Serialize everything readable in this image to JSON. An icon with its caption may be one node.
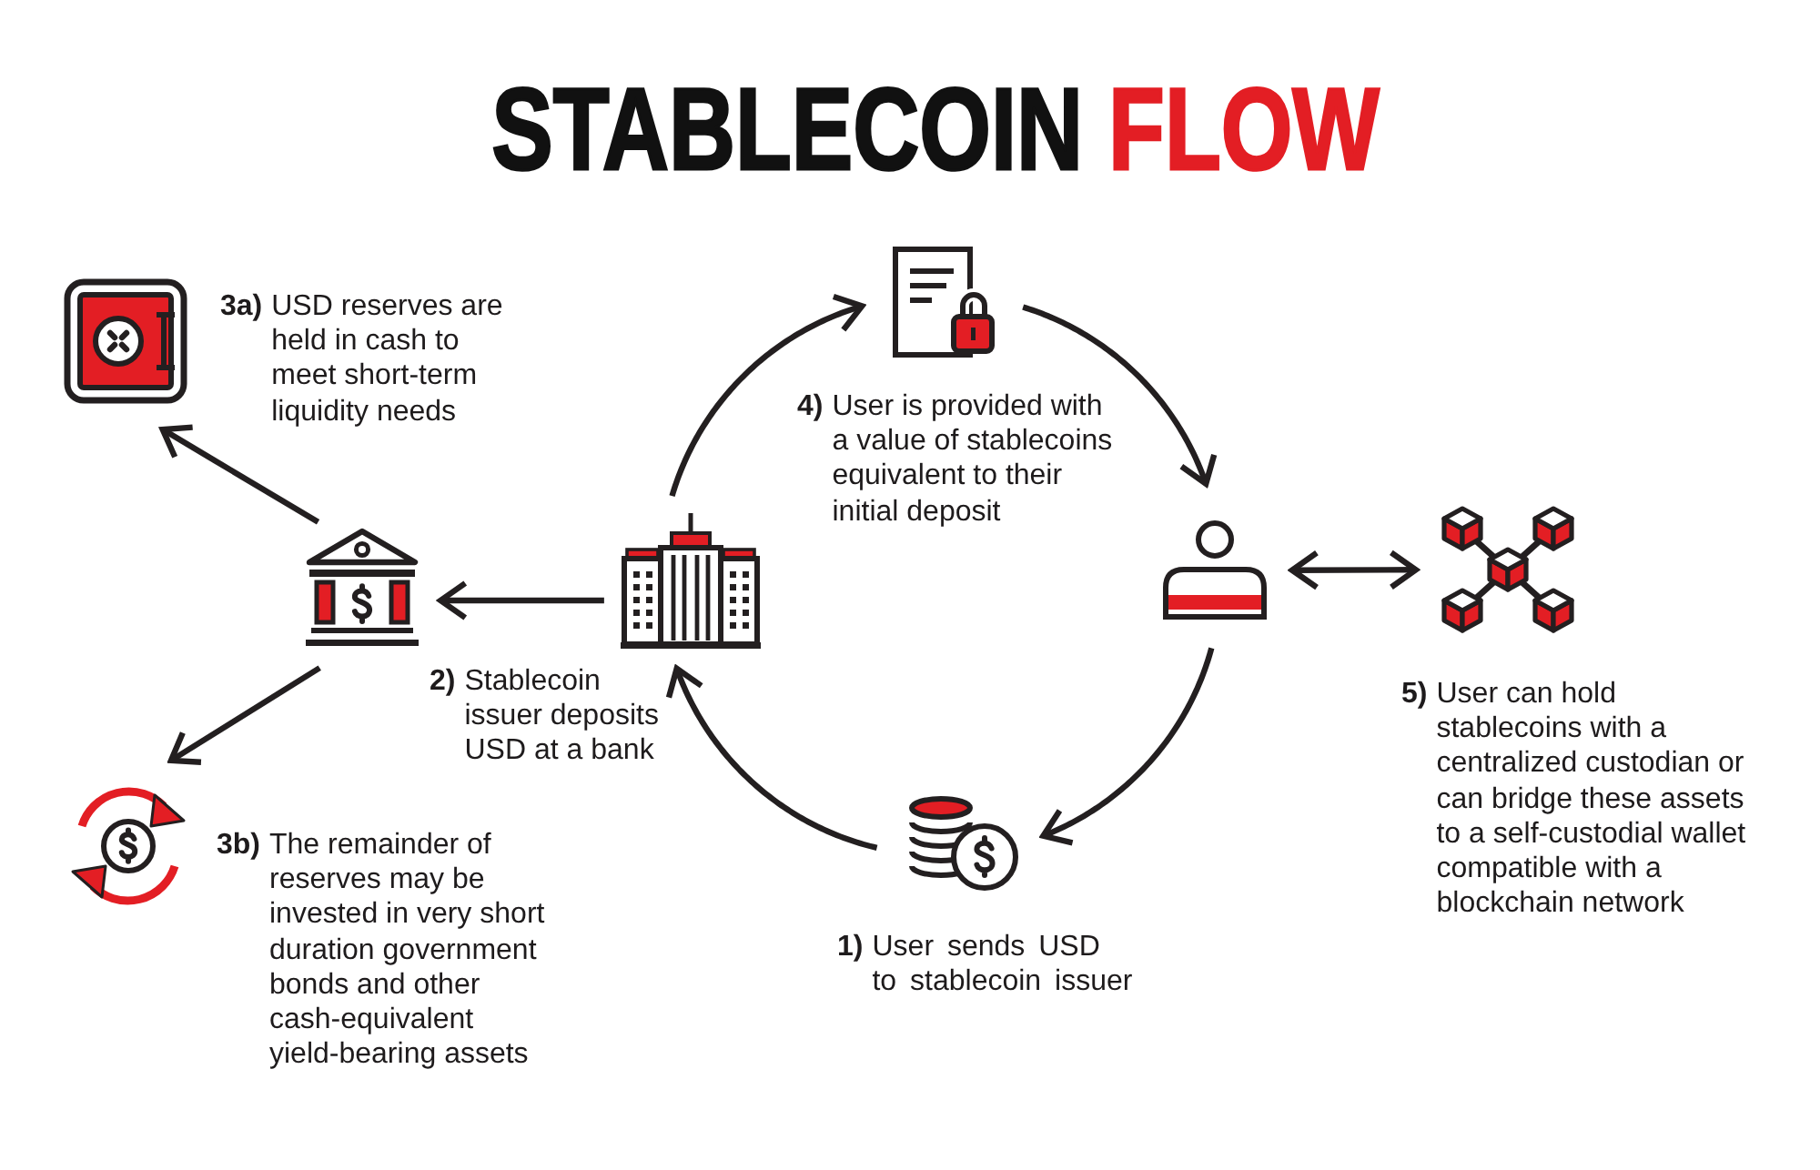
{
  "diagram": {
    "title": "STABLECOIN FLOW",
    "nodes": [
      {
        "text": [],
        "shape": "picture",
        "beside": [
          "3a)",
          "USD reserves are held in cash to meet short-term liquidity needs"
        ]
      },
      {
        "text": [],
        "shape": "picture",
        "beside": [
          "4)",
          "User is provided with a value of stablecoins equivalent to their initial deposit"
        ]
      },
      {
        "text": [],
        "shape": "picture"
      },
      {
        "text": [],
        "shape": "picture",
        "beside": [
          "2)",
          "Stablecoin issuer deposits USD at a bank"
        ]
      },
      {
        "text": [],
        "shape": "picture"
      },
      {
        "text": [],
        "shape": "picture",
        "beside": [
          "5)",
          "User can hold stablecoins with a centralized custodian or can bridge these assets to a self-custodial wallet compatible with a blockchain network"
        ]
      },
      {
        "text": [],
        "shape": "picture",
        "beside": [
          "3b)",
          "The remainder of reserves may be invested in very short duration government bonds and other cash-equivalent yield-bearing assets"
        ]
      },
      {
        "text": [],
        "shape": "picture",
        "beside": [
          "1)",
          "User sends USD to stablecoin issuer"
        ]
      }
    ],
    "edges": [
      {
        "from": 4,
        "to": 7,
        "arrow": "to"
      },
      {
        "from": 7,
        "to": 3,
        "arrow": "to"
      },
      {
        "from": 3,
        "to": 2,
        "arrow": "to"
      },
      {
        "from": 2,
        "to": 0,
        "arrow": "to"
      },
      {
        "from": 2,
        "to": 6,
        "arrow": "to"
      },
      {
        "from": 3,
        "to": 1,
        "arrow": "to"
      },
      {
        "from": 1,
        "to": 4,
        "arrow": "to"
      },
      {
        "from": 4,
        "to": 5,
        "arrow": "both"
      }
    ]
  }
}
